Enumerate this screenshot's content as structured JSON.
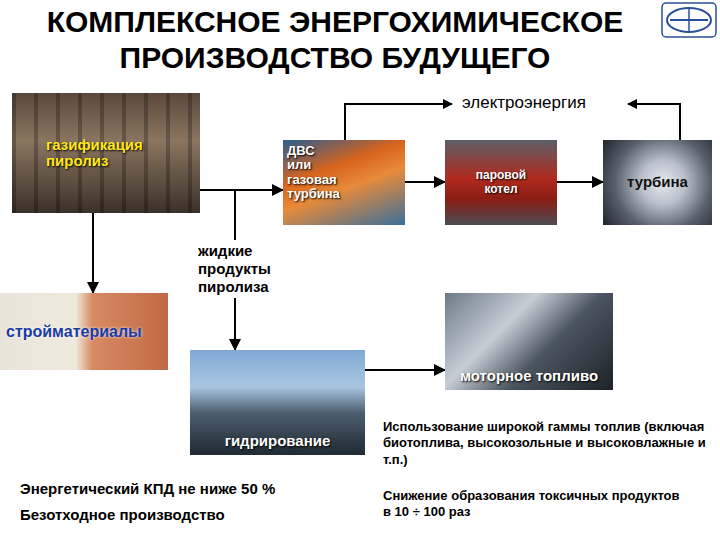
{
  "diagram": {
    "title": "КОМПЛЕКСНОЕ ЭНЕРГОХИМИЧЕСКОЕ ПРОИЗВОДСТВО БУДУЩЕГО",
    "nodes": [
      {
        "text": [
          "газификация пиролиз"
        ]
      },
      {
        "text": [
          "ДВС или газовая турбина"
        ]
      },
      {
        "text": [
          "паровой котел"
        ]
      },
      {
        "text": [
          "турбина"
        ]
      },
      {
        "text": [
          "стройматериалы"
        ]
      },
      {
        "text": [
          "гидрирование"
        ]
      },
      {
        "text": [
          "моторное топливо"
        ]
      }
    ],
    "edges": [
      {
        "from": 0,
        "to": 1,
        "arrow": "to"
      },
      {
        "from": 0,
        "to": 5,
        "label": "жидкие продукты пиролиза",
        "arrow": "to"
      },
      {
        "from": 0,
        "to": 4,
        "arrow": "to"
      },
      {
        "from": 1,
        "to": 2,
        "arrow": "to"
      },
      {
        "from": 2,
        "to": 3,
        "arrow": "to"
      },
      {
        "from": 5,
        "to": 6,
        "arrow": "to"
      }
    ],
    "labels": [
      "электроэнергия",
      "Использование широкой гаммы топлив (включая биотоплива, высокозольные и высоковлажные и т.п.)",
      "Снижение образования токсичных продуктов в 10 ÷ 100 раз",
      "Энергетический КПД не ниже 50 %",
      "Безотходное производство"
    ]
  }
}
